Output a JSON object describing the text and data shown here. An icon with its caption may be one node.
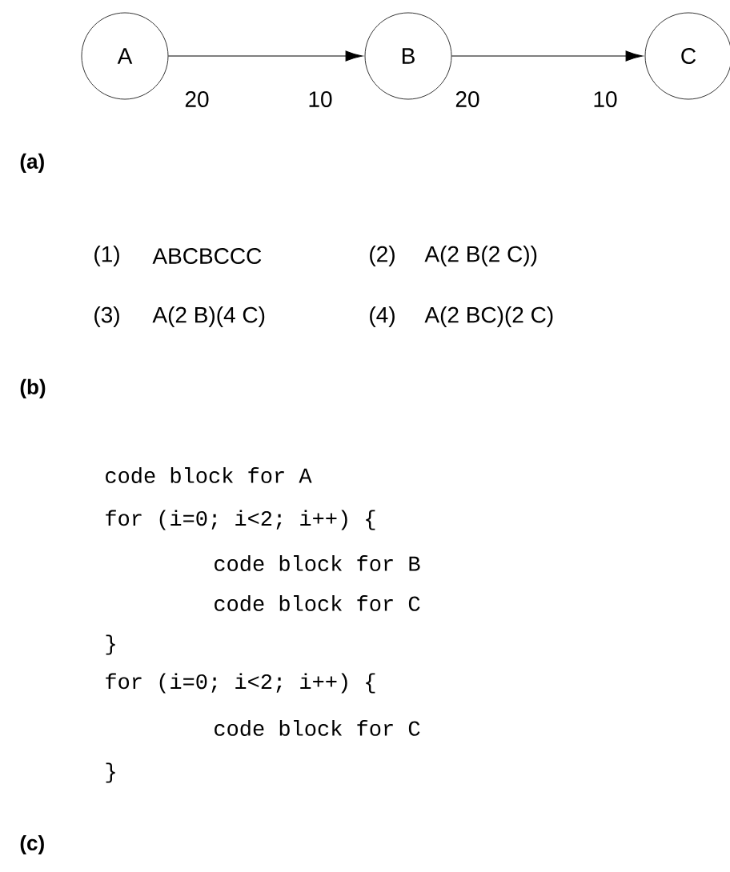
{
  "diagram": {
    "nodes": [
      {
        "text": [
          "A"
        ]
      },
      {
        "text": [
          "B"
        ]
      },
      {
        "text": [
          "C"
        ]
      }
    ],
    "edges": [
      {
        "from": 0,
        "to": 1,
        "arrow": "to"
      },
      {
        "from": 1,
        "to": 2,
        "arrow": "to"
      }
    ],
    "labels": [
      "20",
      "10",
      "20",
      "10",
      "(a)",
      "(1)",
      "ABCBCCC",
      "(2)",
      "A(2 B(2 C))",
      "(3)",
      "A(2 B)(4 C)",
      "(4)",
      "A(2 BC)(2 C)",
      "(b)",
      "code block for A",
      "for (i=0; i<2; i++) {",
      "code block for B",
      "code block for C",
      "}",
      "for (i=0; i<2; i++) {",
      "code block for C",
      "}",
      "(c)"
    ]
  }
}
